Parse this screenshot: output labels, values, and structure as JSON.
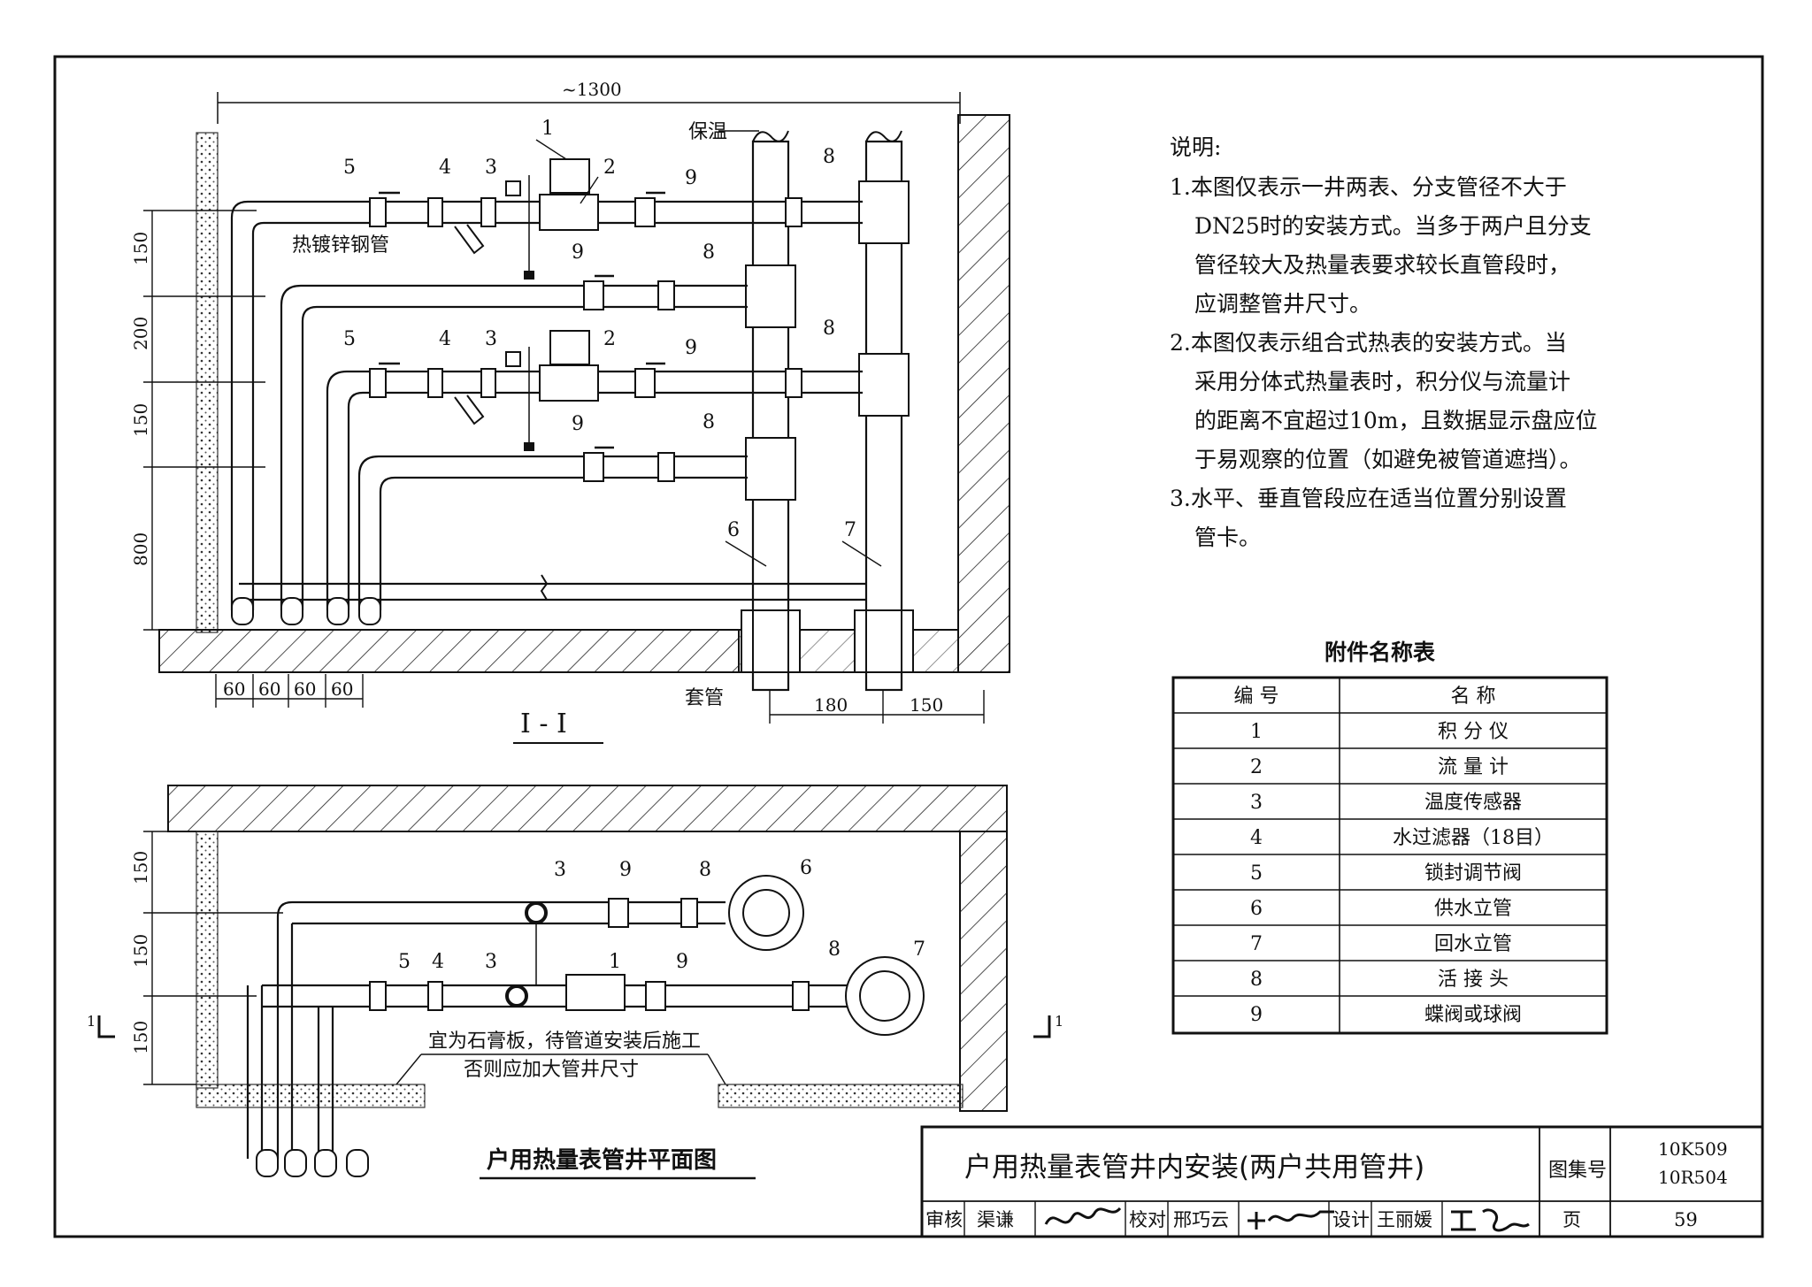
{
  "section": {
    "overall_dim": "~1300",
    "label_insulation": "保温",
    "label_pipe": "热镀锌钢管",
    "label_sleeve": "套管",
    "title": "I - I",
    "dims_left": [
      "150",
      "200",
      "150",
      "800"
    ],
    "dims_bottom": [
      "60",
      "60",
      "60",
      "60"
    ],
    "dims_bottom_right": [
      "180",
      "150"
    ],
    "callouts": {
      "n1": "1",
      "n2": "2",
      "n3": "3",
      "n4": "4",
      "n5": "5",
      "n6": "6",
      "n7": "7",
      "n8": "8",
      "n9": "9"
    }
  },
  "plan": {
    "title": "户用热量表管井平面图",
    "dims_left": [
      "150",
      "150",
      "150"
    ],
    "note_line1": "宜为石膏板，待管道安装后施工",
    "note_line2": "否则应加大管井尺寸",
    "cut_mark": "1"
  },
  "notes": {
    "heading": "说明:",
    "lines": [
      "1.本图仅表示一井两表、分支管径不大于",
      "DN25时的安装方式。当多于两户且分支",
      "管径较大及热量表要求较长直管段时，",
      "应调整管井尺寸。",
      "2.本图仅表示组合式热表的安装方式。当",
      "采用分体式热量表时，积分仪与流量计",
      "的距离不宜超过10m，且数据显示盘应位",
      "于易观察的位置（如避免被管道遮挡）。",
      "3.水平、垂直管段应在适当位置分别设置",
      "管卡。"
    ]
  },
  "parts_table": {
    "title": "附件名称表",
    "headers": [
      "编 号",
      "名 称"
    ],
    "rows": [
      {
        "no": "1",
        "name": "积 分 仪"
      },
      {
        "no": "2",
        "name": "流 量 计"
      },
      {
        "no": "3",
        "name": "温度传感器"
      },
      {
        "no": "4",
        "name": "水过滤器（18目）"
      },
      {
        "no": "5",
        "name": "锁封调节阀"
      },
      {
        "no": "6",
        "name": "供水立管"
      },
      {
        "no": "7",
        "name": "回水立管"
      },
      {
        "no": "8",
        "name": "活 接 头"
      },
      {
        "no": "9",
        "name": "蝶阀或球阀"
      }
    ]
  },
  "title_block": {
    "drawing_title": "户用热量表管井内安装(两户共用管井)",
    "atlas_label": "图集号",
    "atlas_no_1": "10K509",
    "atlas_no_2": "10R504",
    "review_label": "审核",
    "review_name": "渠谦",
    "check_label": "校对",
    "check_name": "邢巧云",
    "design_label": "设计",
    "design_name": "王丽媛",
    "page_label": "页",
    "page_no": "59"
  }
}
